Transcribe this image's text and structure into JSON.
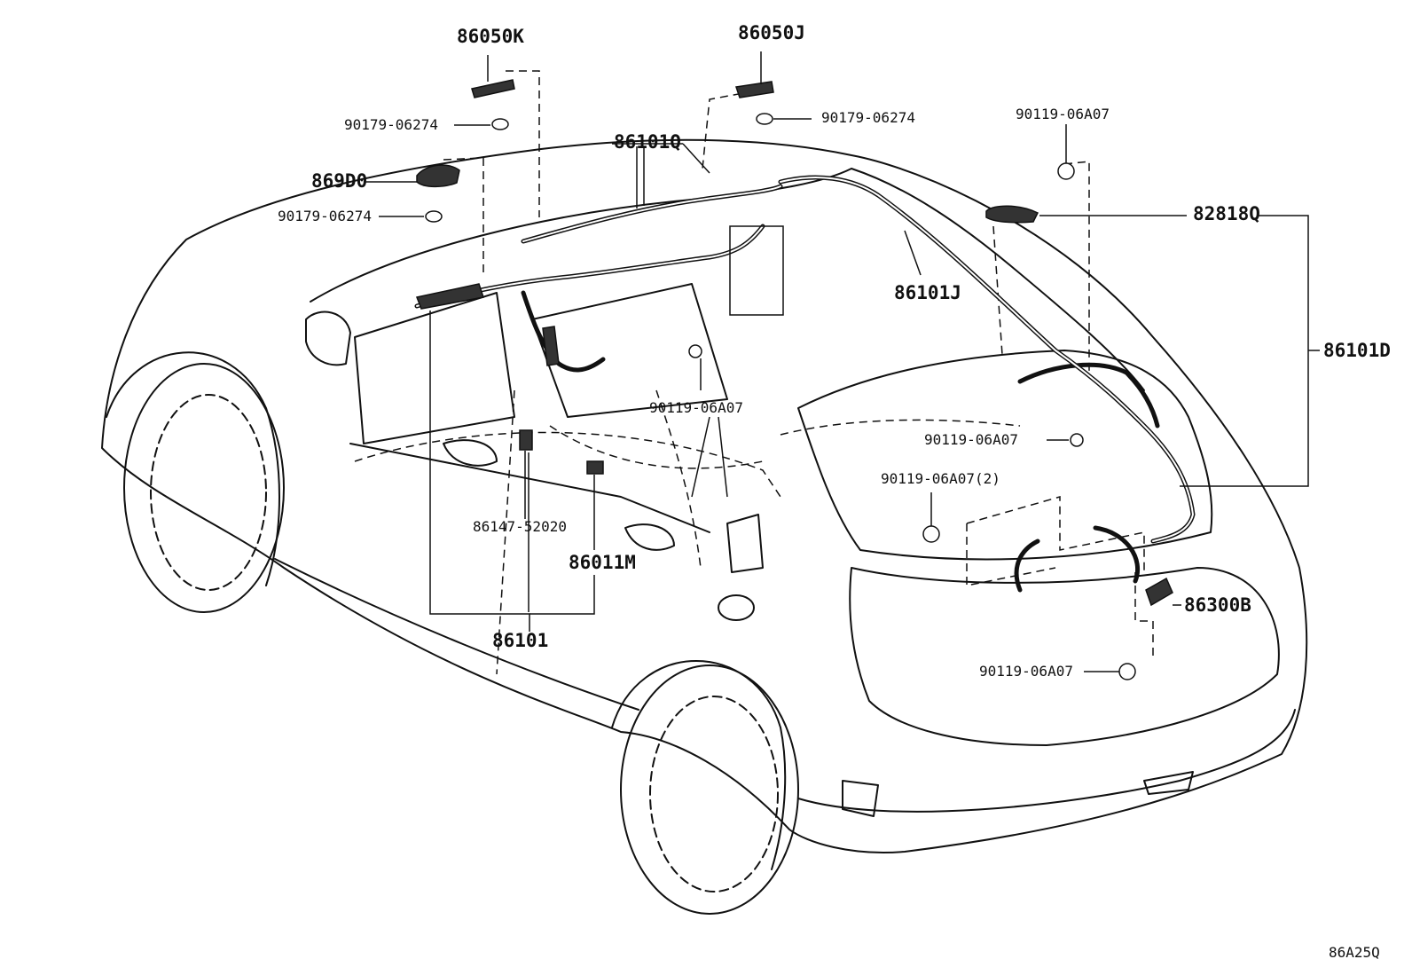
{
  "labels": {
    "p86050K": "86050K",
    "p86050J": "86050J",
    "p90179_a": "90179-06274",
    "p90179_b": "90179-06274",
    "p90179_c": "90179-06274",
    "p86101Q": "86101Q",
    "p869D0": "869D0",
    "p90119_top": "90119-06A07",
    "p82818Q": "82818Q",
    "p86101J": "86101J",
    "p86101D": "86101D",
    "p90119_mid": "90119-06A07",
    "p90119_right": "90119-06A07",
    "p90119_2": "90119-06A07(2)",
    "p86147": "86147-52020",
    "p86011M": "86011M",
    "p86300B": "86300B",
    "p86101": "86101",
    "p90119_bottom": "90119-06A07"
  },
  "figure_code": "86A25Q"
}
